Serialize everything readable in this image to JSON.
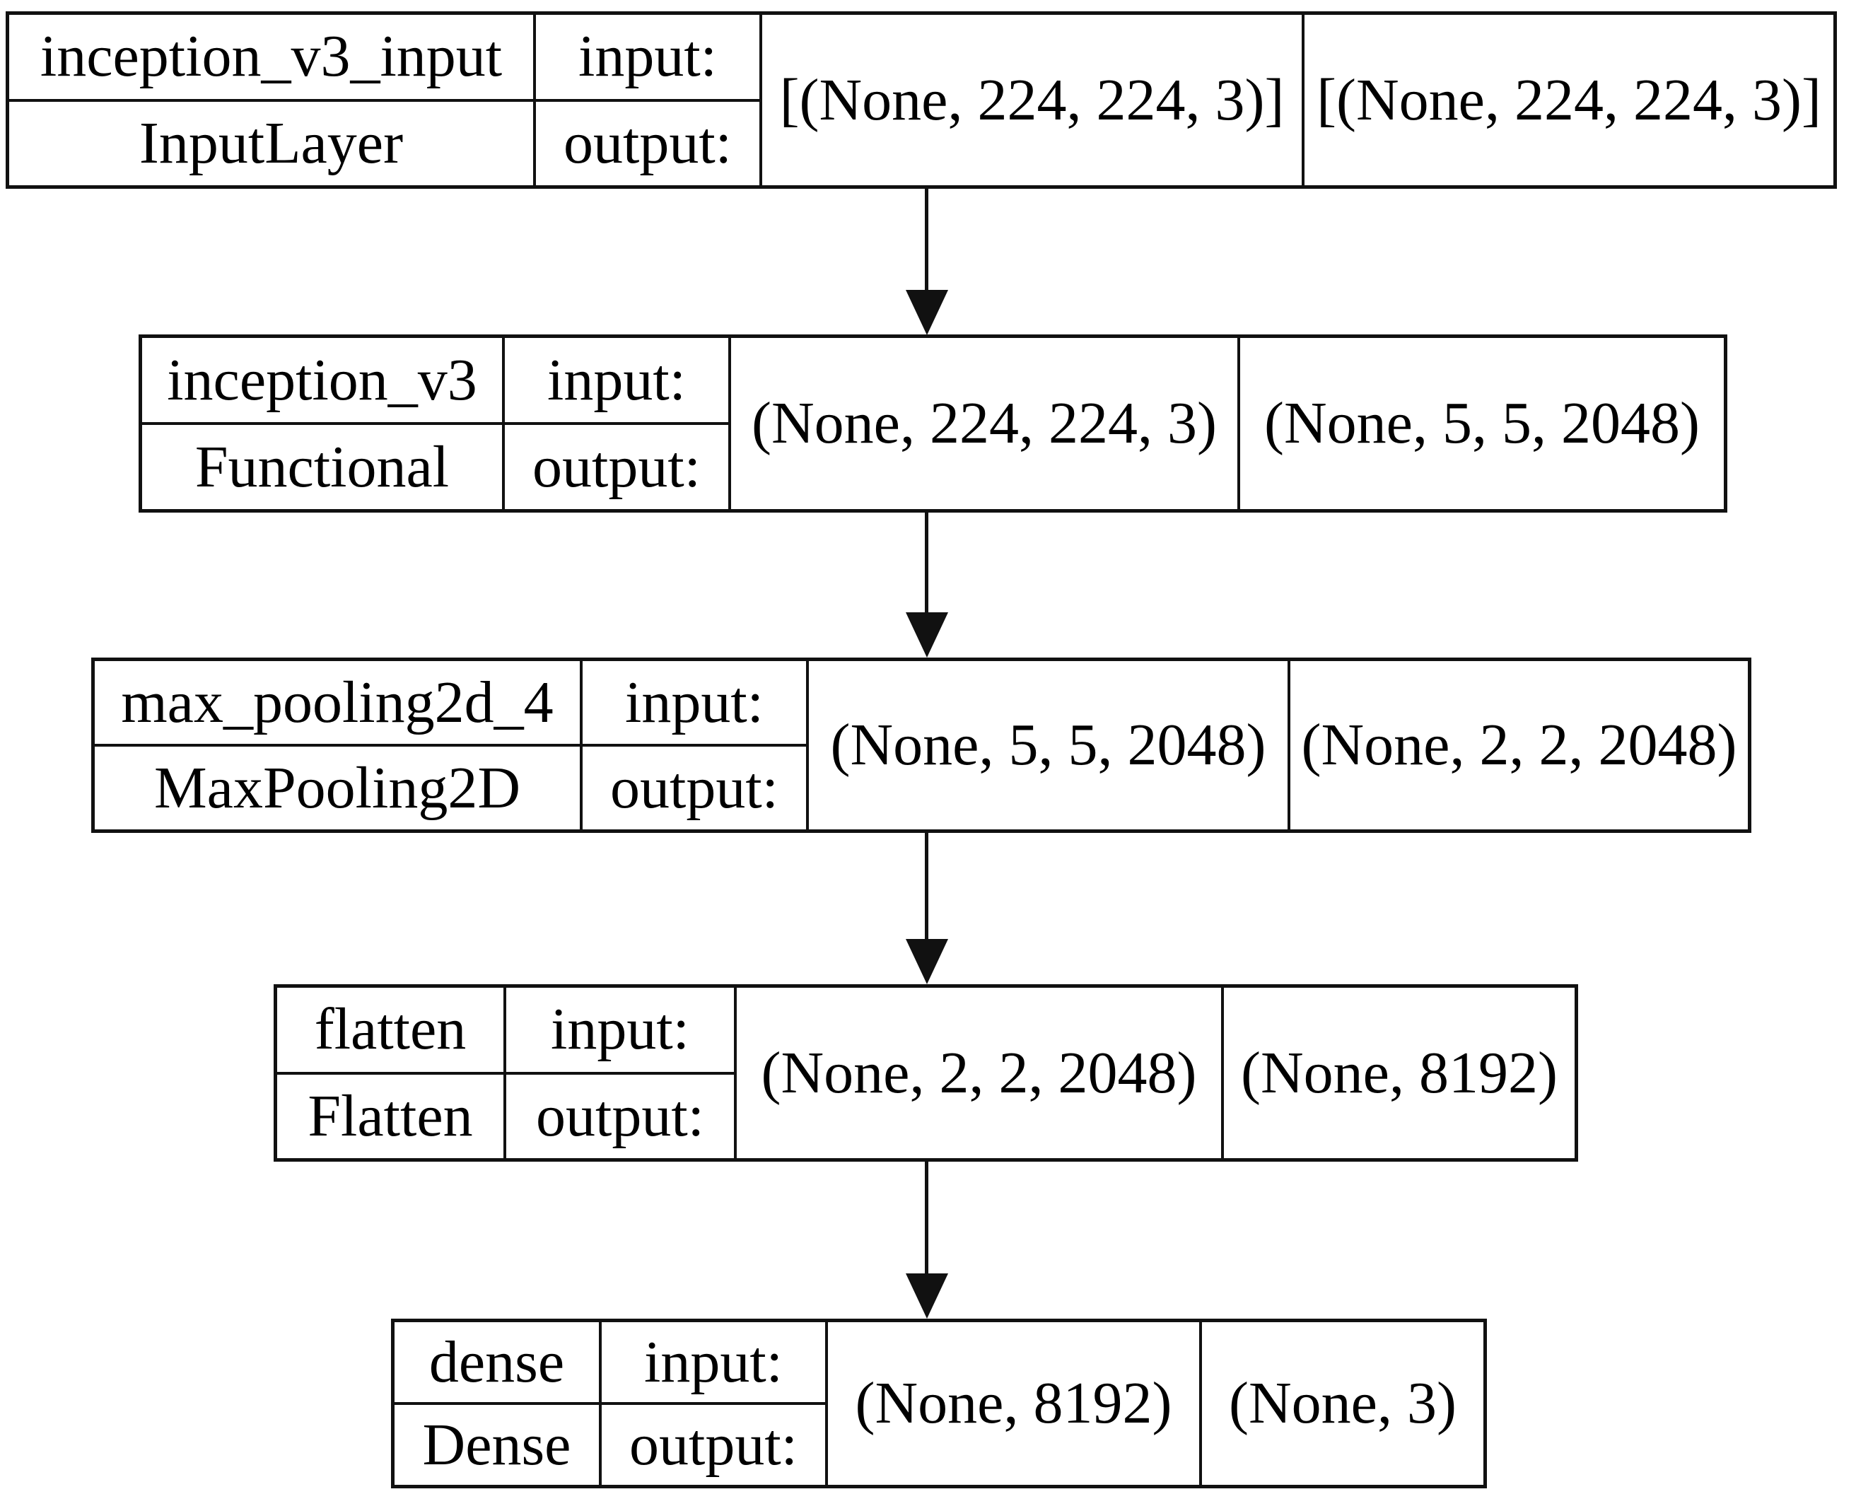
{
  "diagram": {
    "kind": "keras-model-plot",
    "colors": {
      "background": "#ffffff",
      "line": "#111111",
      "text": "#000000"
    },
    "nodes": [
      {
        "name": "inception_v3_input",
        "type": "InputLayer",
        "input_label": "input:",
        "output_label": "output:",
        "input_shape": "[(None, 224, 224, 3)]",
        "output_shape": "[(None, 224, 224, 3)]"
      },
      {
        "name": "inception_v3",
        "type": "Functional",
        "input_label": "input:",
        "output_label": "output:",
        "input_shape": "(None, 224, 224, 3)",
        "output_shape": "(None, 5, 5, 2048)"
      },
      {
        "name": "max_pooling2d_4",
        "type": "MaxPooling2D",
        "input_label": "input:",
        "output_label": "output:",
        "input_shape": "(None, 5, 5, 2048)",
        "output_shape": "(None, 2, 2, 2048)"
      },
      {
        "name": "flatten",
        "type": "Flatten",
        "input_label": "input:",
        "output_label": "output:",
        "input_shape": "(None, 2, 2, 2048)",
        "output_shape": "(None, 8192)"
      },
      {
        "name": "dense",
        "type": "Dense",
        "input_label": "input:",
        "output_label": "output:",
        "input_shape": "(None, 8192)",
        "output_shape": "(None, 3)"
      }
    ],
    "edges": [
      {
        "from": "inception_v3_input",
        "to": "inception_v3"
      },
      {
        "from": "inception_v3",
        "to": "max_pooling2d_4"
      },
      {
        "from": "max_pooling2d_4",
        "to": "flatten"
      },
      {
        "from": "flatten",
        "to": "dense"
      }
    ]
  }
}
